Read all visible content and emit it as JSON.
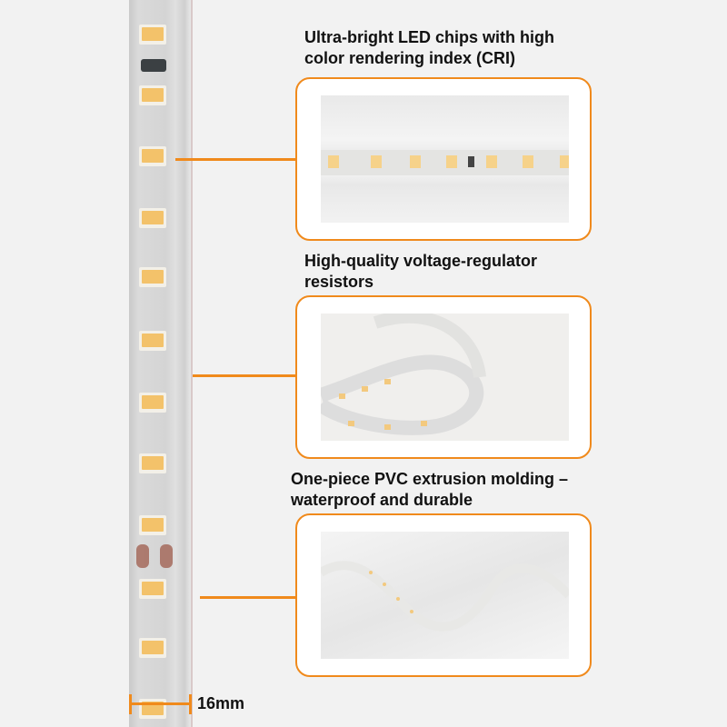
{
  "features": [
    {
      "title_line1": "Ultra-bright LED chips with high",
      "title_line2": "color rendering index (CRI)"
    },
    {
      "title_line1": "High-quality voltage-regulator",
      "title_line2": "resistors"
    },
    {
      "title_line1": "One-piece PVC extrusion molding –",
      "title_line2": "waterproof and durable"
    }
  ],
  "dimension": {
    "width_label": "16mm"
  },
  "colors": {
    "accent": "#f08a1c",
    "led": "#f3c26a"
  }
}
